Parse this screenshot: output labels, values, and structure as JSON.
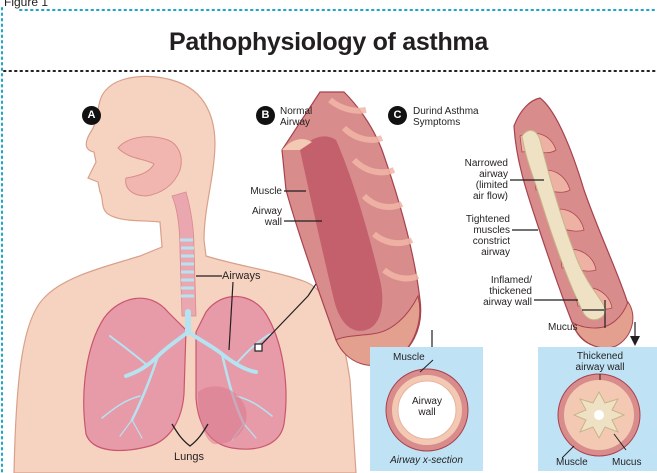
{
  "figure_label": "Figure 1",
  "title": "Pathophysiology of asthma",
  "panels": {
    "a": {
      "badge": "A"
    },
    "b": {
      "badge": "B",
      "heading_line1": "Normal",
      "heading_line2": "Airway"
    },
    "c": {
      "badge": "C",
      "heading_line1": "Durind Asthma",
      "heading_line2": "Symptoms"
    }
  },
  "labels": {
    "airways": "Airways",
    "lungs": "Lungs",
    "muscle": "Muscle",
    "airway_wall_line1": "Airway",
    "airway_wall_line2": "wall",
    "narrowed_line1": "Narrowed",
    "narrowed_line2": "airway",
    "narrowed_line3": "(limited",
    "narrowed_line4": "air flow)",
    "tightened_line1": "Tightened",
    "tightened_line2": "muscles",
    "tightened_line3": "constrict",
    "tightened_line4": "airway",
    "inflamed_line1": "Inflamed/",
    "inflamed_line2": "thickened",
    "inflamed_line3": "airway wall",
    "mucus": "Mucus",
    "xsec_muscle": "Muscle",
    "xsec_wall_line1": "Airway",
    "xsec_wall_line2": "wall",
    "xsec_caption": "Airway x-section",
    "thick_line1": "Thickened",
    "thick_line2": "airway wall",
    "bottom_muscle": "Muscle",
    "bottom_mucus": "Mucus"
  },
  "colors": {
    "border_dots": "#1aa4c8",
    "skin": "#f6d3c0",
    "skin_outline": "#d9a08a",
    "lung": "#e79aa8",
    "lung_dark": "#c9566e",
    "airway_tree": "#b6e3f2",
    "airway_muscle": "#d98c8c",
    "airway_dark": "#a8424f",
    "inset_bg": "#bfe3f5",
    "wall_ring": "#f3c9b3"
  }
}
